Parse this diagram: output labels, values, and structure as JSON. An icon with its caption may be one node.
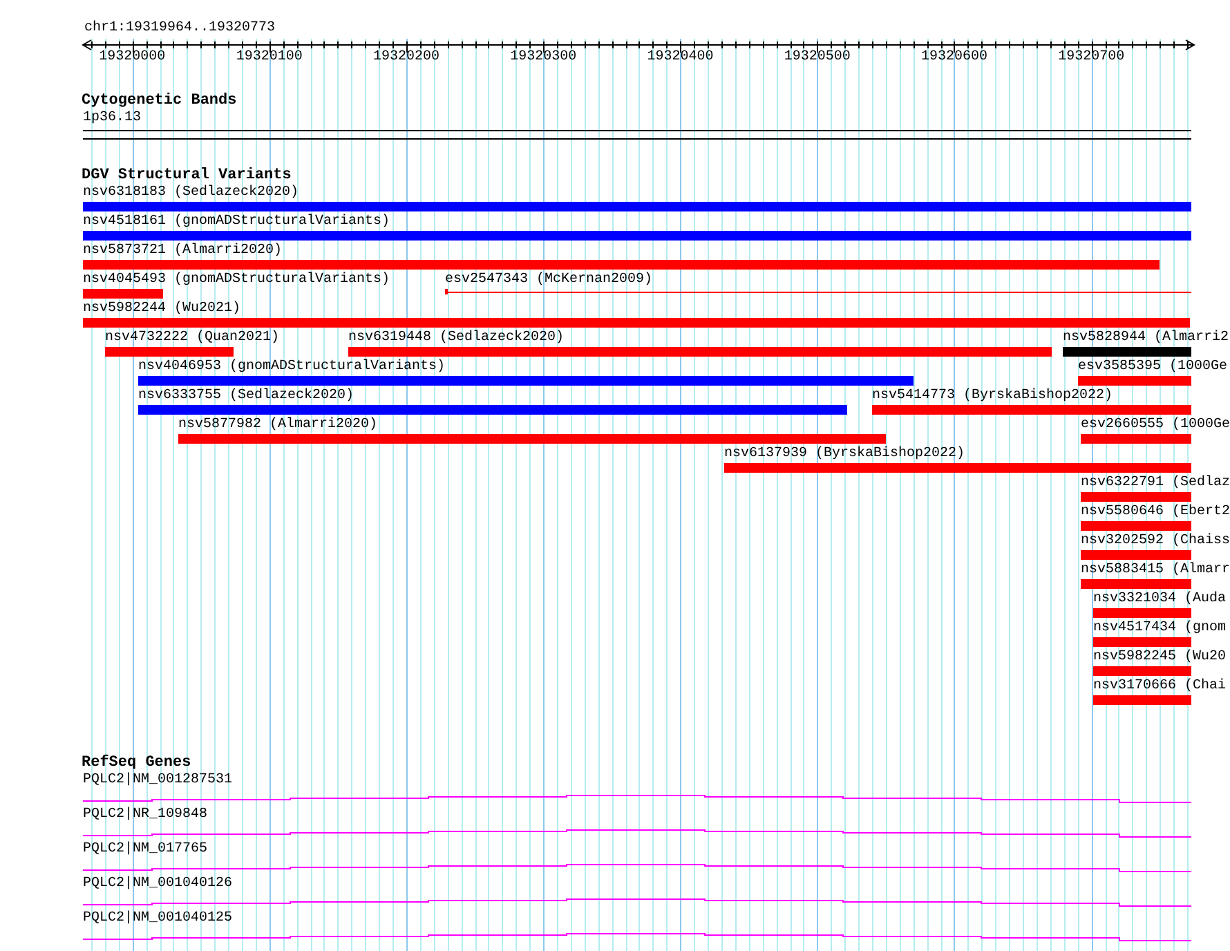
{
  "diagram": {
    "nodes": [
      {
        "text": [
          "nsv6318183 (Sedlazeck2020)"
        ]
      },
      {
        "text": [
          "nsv4518161 (gnomADStructuralVariants)"
        ]
      },
      {
        "text": [
          "nsv5873721 (Almarri2020)"
        ]
      },
      {
        "text": [
          "nsv4045493 (gnomADStructuralVariants)"
        ]
      },
      {
        "text": [
          "esv2547343 (McKernan2009)"
        ]
      },
      {
        "text": [
          "nsv5982244 (Wu2021)"
        ]
      },
      {
        "text": [
          "nsv4732222 (Quan2021)"
        ]
      },
      {
        "text": [
          "nsv6319448 (Sedlazeck2020)"
        ]
      },
      {
        "text": [
          "nsv5828944 (Almarri2"
        ]
      },
      {
        "text": [
          "nsv4046953 (gnomADStructuralVariants)"
        ]
      },
      {
        "text": [
          "esv3585395 (1000Ge"
        ]
      },
      {
        "text": [
          "nsv6333755 (Sedlazeck2020)"
        ]
      },
      {
        "text": [
          "nsv5414773 (ByrskaBishop2022)"
        ]
      },
      {
        "text": [
          "nsv5877982 (Almarri2020)"
        ]
      },
      {
        "text": [
          "esv2660555 (1000Ge"
        ]
      },
      {
        "text": [
          "nsv6137939 (ByrskaBishop2022)"
        ]
      },
      {
        "text": [
          "nsv6322791 (Sedlaz"
        ]
      },
      {
        "text": [
          "nsv5580646 (Ebert2"
        ]
      },
      {
        "text": [
          "nsv3202592 (Chaiss"
        ]
      },
      {
        "text": [
          "nsv5883415 (Almarr"
        ]
      },
      {
        "text": [
          "nsv3321034 (Auda"
        ]
      },
      {
        "text": [
          "nsv4517434 (gnom"
        ]
      },
      {
        "text": [
          "nsv5982245 (Wu20"
        ]
      },
      {
        "text": [
          "nsv3170666 (Chai"
        ]
      },
      {
        "text": [
          "PQLC2|NM_001287531"
        ]
      },
      {
        "text": [
          "PQLC2|NR_109848"
        ]
      },
      {
        "text": [
          "PQLC2|NM_017765"
        ]
      },
      {
        "text": [
          "PQLC2|NM_001040126"
        ]
      },
      {
        "text": [
          "PQLC2|NM_001040125"
        ]
      }
    ],
    "labels": [
      "chr1:19319964..19320773",
      "19320000",
      "19320100",
      "19320200",
      "19320300",
      "19320400",
      "19320500",
      "19320600",
      "19320700",
      "Cytogenetic Bands",
      "1p36.13",
      "DGV Structural Variants",
      "RefSeq Genes"
    ]
  }
}
